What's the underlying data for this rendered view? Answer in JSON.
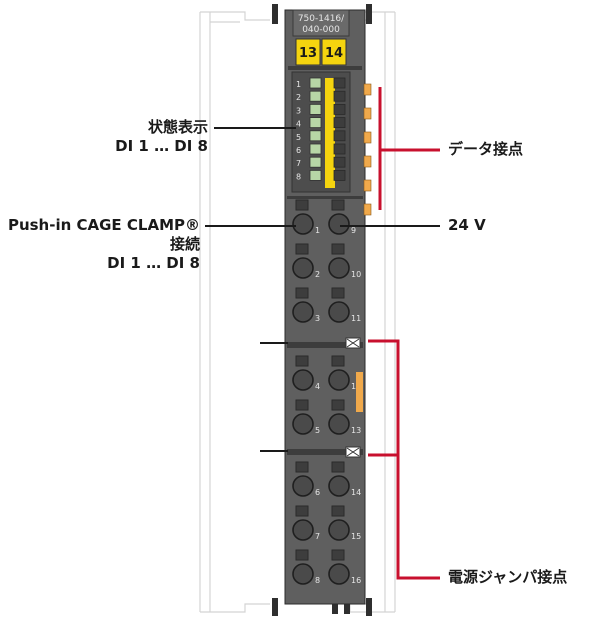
{
  "module": {
    "part_number_line1": "750-1416/",
    "part_number_line2": "040-000",
    "marker_left": "13",
    "marker_right": "14",
    "led_numbers": [
      "1",
      "2",
      "3",
      "4",
      "5",
      "6",
      "7",
      "8"
    ],
    "terminal_numbers_left": [
      "1",
      "2",
      "3",
      "4",
      "5",
      "6",
      "7",
      "8"
    ],
    "terminal_numbers_right": [
      "9",
      "10",
      "11",
      "12",
      "13",
      "14",
      "15",
      "16"
    ]
  },
  "labels": {
    "status_title": "状態表示",
    "status_range": "DI 1 … DI 8",
    "pushin_title": "Push-in CAGE CLAMP®",
    "pushin_sub": "接続",
    "pushin_range": "DI 1 … DI 8",
    "data_contacts": "データ接点",
    "voltage": "24 V",
    "power_jumper": "電源ジャンパ接点"
  },
  "colors": {
    "housing": "#5f5f5f",
    "housing_dark": "#3d3d3d",
    "marker_yellow": "#f5d40f",
    "led_green": "#b7d6a6",
    "contact_orange": "#f0a94b",
    "callout_red": "#c8102e"
  }
}
